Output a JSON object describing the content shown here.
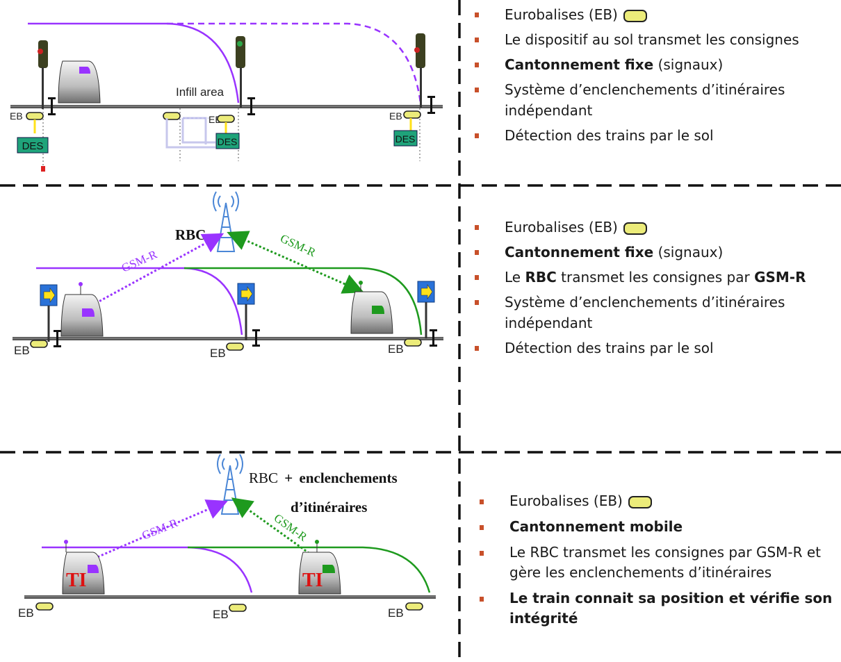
{
  "panel1": {
    "label_infill": "Infill area",
    "eb": "EB",
    "des": "DES",
    "bullets": [
      {
        "pre": "Eurobalises (EB)",
        "bold": "",
        "post": "",
        "chip": true
      },
      {
        "pre": "Le dispositif au sol transmet les consignes",
        "bold": "",
        "post": ""
      },
      {
        "pre": "",
        "bold": "Cantonnement fixe",
        "post": " (signaux)"
      },
      {
        "pre": "Système d’enclenchements d’itinéraires indépendant",
        "bold": "",
        "post": ""
      },
      {
        "pre": "Détection des trains par le sol",
        "bold": "",
        "post": ""
      }
    ]
  },
  "panel2": {
    "rbc": "RBC",
    "gsmr": "GSM-R",
    "eb": "EB",
    "bullets": [
      {
        "pre": "Eurobalises (EB)",
        "bold": "",
        "post": "",
        "chip": true
      },
      {
        "pre": "",
        "bold": "Cantonnement fixe",
        "post": " (signaux)"
      },
      {
        "pre": "Le ",
        "bold": "RBC",
        "post": " transmet les consignes par ",
        "bold2": "GSM-R"
      },
      {
        "pre": "Système d’enclenchements d’itinéraires indépendant",
        "bold": "",
        "post": ""
      },
      {
        "pre": "Détection des trains par le sol",
        "bold": "",
        "post": ""
      }
    ]
  },
  "panel3": {
    "rbc": "RBC",
    "plus": "+",
    "enclenchements": "enclenchements",
    "itineraires": "d’itinéraires",
    "gsmr": "GSM-R",
    "ti": "TI",
    "eb": "EB",
    "bullets": [
      {
        "pre": "Eurobalises (EB)",
        "bold": "",
        "post": "",
        "chip": true
      },
      {
        "pre": "",
        "bold": "Cantonnement mobile",
        "post": ""
      },
      {
        "pre": "Le RBC transmet les consignes par GSM-R et gère les enclenchements d’itinéraires",
        "bold": "",
        "post": ""
      },
      {
        "pre": "",
        "bold": "Le train connait sa position et vérifie son intégrité",
        "post": ""
      }
    ]
  },
  "colors": {
    "purple": "#9933ff",
    "green": "#1e9a1e",
    "rail": "#555555",
    "eurobalise": "#ecec7a",
    "des": "#1fa37a",
    "bullet": "#c8502a",
    "antenna": "#4a86d6",
    "ti_text": "#dd1111"
  }
}
